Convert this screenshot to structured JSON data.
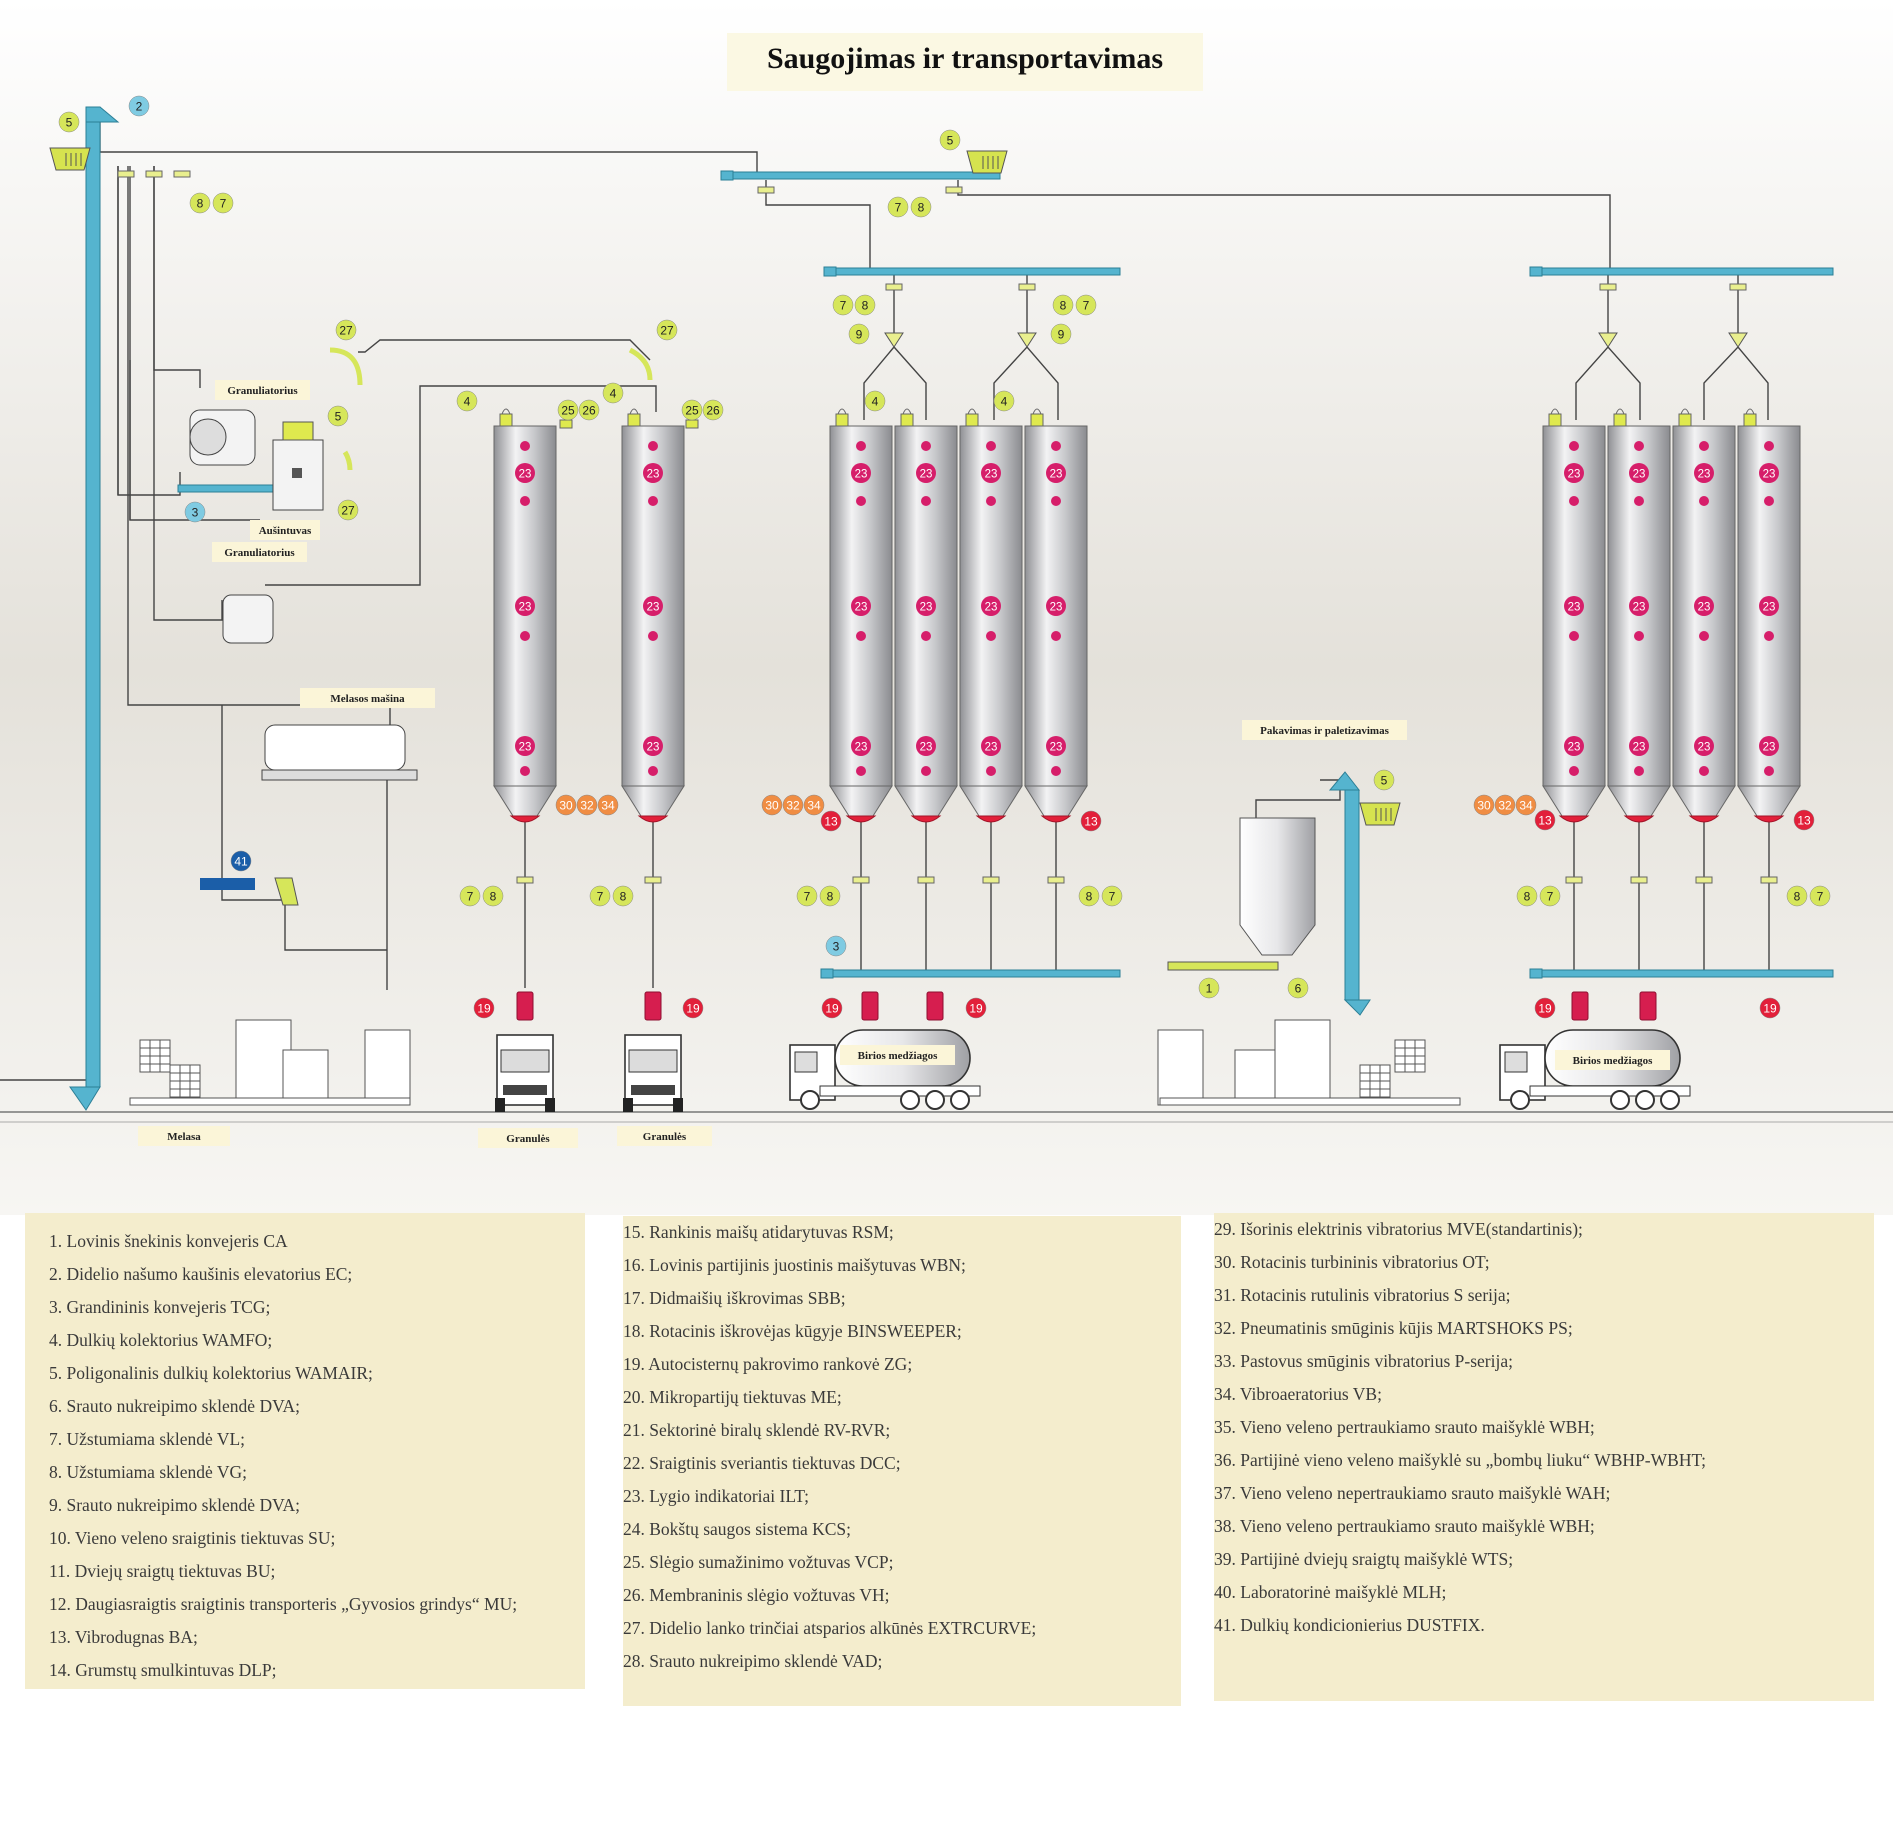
{
  "title": "Saugojimas ir transportavimas",
  "labels": {
    "granuliatorius_1": "Granuliatorius",
    "ausintuvas": "Aušintuvas",
    "granuliatorius_2": "Granuliatorius",
    "melasos_masina": "Melasos mašina",
    "pakavimas": "Pakavimas ir paletizavimas",
    "melasa": "Melasa",
    "granules_1": "Granulės",
    "granules_2": "Granulės",
    "birios_1": "Birios medžiagos",
    "birios_2": "Birios medžiagos"
  },
  "colors": {
    "silo_body": "#b9babd",
    "conveyor": "#55b4cf",
    "callout_yellow": "#d6e65a",
    "callout_blue": "#7fcbe2",
    "callout_pink": "#d61e6a",
    "callout_orange": "#f08d43",
    "callout_red": "#e2203a",
    "callout_darkblue": "#1b5ea8",
    "legend_bg": "#f4edcd"
  },
  "legend": {
    "col1": [
      "1.  Lovinis šnekinis konvejeris CA",
      "2.  Didelio našumo kaušinis elevatorius EC;",
      "3.  Grandininis konvejeris TCG;",
      "4.  Dulkių kolektorius WAMFO;",
      "5.  Poligonalinis dulkių kolektorius WAMAIR;",
      "6.  Srauto nukreipimo sklendė DVA;",
      "7.  Užstumiama sklendė VL;",
      "8.  Užstumiama sklendė VG;",
      "9.  Srauto nukreipimo sklendė DVA;",
      "10. Vieno veleno sraigtinis tiektuvas SU;",
      "11. Dviejų sraigtų tiektuvas BU;",
      "12. Daugiasraigtis sraigtinis transporteris „Gyvosios grindys“ MU;",
      "13. Vibrodugnas BA;",
      "14. Grumstų smulkintuvas DLP;"
    ],
    "col2": [
      "15. Rankinis maišų atidarytuvas RSM;",
      "16. Lovinis partijinis juostinis maišytuvas WBN;",
      "17. Didmaišių iškrovimas SBB;",
      "18. Rotacinis iškrovėjas kūgyje BINSWEEPER;",
      "19. Autocisternų pakrovimo rankovė ZG;",
      "20. Mikropartijų tiektuvas ME;",
      "21. Sektorinė biralų sklendė RV-RVR;",
      "22. Sraigtinis sveriantis tiektuvas DCC;",
      "23. Lygio indikatoriai ILT;",
      "24. Bokštų saugos sistema KCS;",
      "25. Slėgio sumažinimo vožtuvas VCP;",
      "26. Membraninis slėgio vožtuvas VH;",
      "27. Didelio lanko trinčiai atsparios alkūnės EXTRCURVE;",
      "28. Srauto nukreipimo sklendė VAD;"
    ],
    "col3": [
      "29. Išorinis elektrinis vibratorius MVE(standartinis);",
      "30. Rotacinis turbininis vibratorius OT;",
      "31. Rotacinis rutulinis vibratorius S serija;",
      "32. Pneumatinis smūginis kūjis MARTSHOKS PS;",
      "33. Pastovus smūginis vibratorius P-serija;",
      "34. Vibroaeratorius VB;",
      "35. Vieno veleno pertraukiamo srauto maišyklė WBH;",
      "36. Partijinė vieno veleno maišyklė su „bombų liuku“ WBHP-WBHT;",
      "37. Vieno veleno nepertraukiamo srauto maišyklė WAH;",
      "38. Vieno veleno pertraukiamo srauto maišyklė WBH;",
      "39. Partijinė dviejų sraigtų maišyklė WTS;",
      "40. Laboratorinė maišyklė MLH;",
      "41. Dulkių kondicionierius DUSTFIX."
    ]
  },
  "callouts": [
    {
      "n": "5",
      "c": "callout_yellow"
    },
    {
      "n": "2",
      "c": "callout_blue"
    },
    {
      "n": "8",
      "c": "callout_yellow"
    },
    {
      "n": "7",
      "c": "callout_yellow"
    },
    {
      "n": "5",
      "c": "callout_yellow"
    },
    {
      "n": "7",
      "c": "callout_yellow"
    },
    {
      "n": "8",
      "c": "callout_yellow"
    },
    {
      "n": "7",
      "c": "callout_yellow"
    },
    {
      "n": "8",
      "c": "callout_yellow"
    },
    {
      "n": "9",
      "c": "callout_yellow"
    },
    {
      "n": "8",
      "c": "callout_yellow"
    },
    {
      "n": "7",
      "c": "callout_yellow"
    },
    {
      "n": "9",
      "c": "callout_yellow"
    },
    {
      "n": "27",
      "c": "callout_yellow"
    },
    {
      "n": "27",
      "c": "callout_yellow"
    },
    {
      "n": "5",
      "c": "callout_yellow"
    },
    {
      "n": "27",
      "c": "callout_yellow"
    },
    {
      "n": "3",
      "c": "callout_blue"
    },
    {
      "n": "4",
      "c": "callout_yellow"
    },
    {
      "n": "25",
      "c": "callout_yellow"
    },
    {
      "n": "26",
      "c": "callout_yellow"
    },
    {
      "n": "4",
      "c": "callout_yellow"
    },
    {
      "n": "25",
      "c": "callout_yellow"
    },
    {
      "n": "26",
      "c": "callout_yellow"
    },
    {
      "n": "4",
      "c": "callout_yellow"
    },
    {
      "n": "4",
      "c": "callout_yellow"
    },
    {
      "n": "30",
      "c": "callout_orange"
    },
    {
      "n": "32",
      "c": "callout_orange"
    },
    {
      "n": "34",
      "c": "callout_orange"
    },
    {
      "n": "30",
      "c": "callout_orange"
    },
    {
      "n": "32",
      "c": "callout_orange"
    },
    {
      "n": "34",
      "c": "callout_orange"
    },
    {
      "n": "13",
      "c": "callout_red"
    },
    {
      "n": "13",
      "c": "callout_red"
    },
    {
      "n": "30",
      "c": "callout_orange"
    },
    {
      "n": "32",
      "c": "callout_orange"
    },
    {
      "n": "34",
      "c": "callout_orange"
    },
    {
      "n": "13",
      "c": "callout_red"
    },
    {
      "n": "13",
      "c": "callout_red"
    },
    {
      "n": "7",
      "c": "callout_yellow"
    },
    {
      "n": "8",
      "c": "callout_yellow"
    },
    {
      "n": "7",
      "c": "callout_yellow"
    },
    {
      "n": "8",
      "c": "callout_yellow"
    },
    {
      "n": "7",
      "c": "callout_yellow"
    },
    {
      "n": "8",
      "c": "callout_yellow"
    },
    {
      "n": "8",
      "c": "callout_yellow"
    },
    {
      "n": "7",
      "c": "callout_yellow"
    },
    {
      "n": "8",
      "c": "callout_yellow"
    },
    {
      "n": "7",
      "c": "callout_yellow"
    },
    {
      "n": "8",
      "c": "callout_yellow"
    },
    {
      "n": "7",
      "c": "callout_yellow"
    },
    {
      "n": "3",
      "c": "callout_blue"
    },
    {
      "n": "41",
      "c": "callout_darkblue"
    },
    {
      "n": "19",
      "c": "callout_red"
    },
    {
      "n": "19",
      "c": "callout_red"
    },
    {
      "n": "19",
      "c": "callout_red"
    },
    {
      "n": "19",
      "c": "callout_red"
    },
    {
      "n": "19",
      "c": "callout_red"
    },
    {
      "n": "19",
      "c": "callout_red"
    },
    {
      "n": "5",
      "c": "callout_yellow"
    },
    {
      "n": "1",
      "c": "callout_yellow"
    },
    {
      "n": "6",
      "c": "callout_yellow"
    }
  ],
  "silo_level_label": "23"
}
